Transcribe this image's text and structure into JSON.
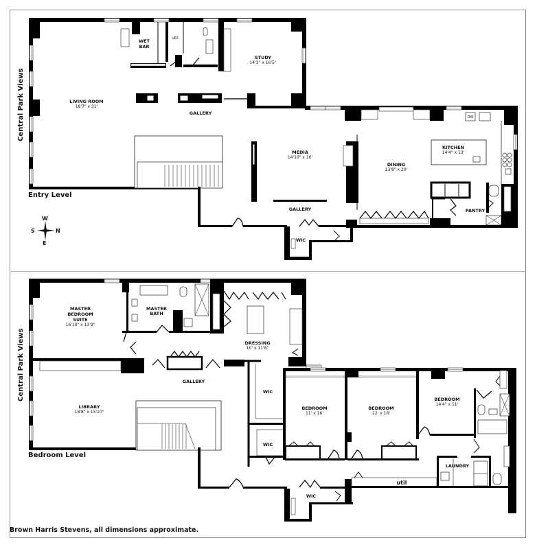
{
  "entry_level": {
    "label": "Entry Level",
    "side_label": "Central Park Views",
    "rooms": [
      {
        "name": "LIVING ROOM",
        "dims": "18'7\" x 31'"
      },
      {
        "name": "WET",
        "name2": "BAR"
      },
      {
        "name": "util"
      },
      {
        "name": "STUDY",
        "dims": "14'3\" x 16'5\""
      },
      {
        "name": "GALLERY"
      },
      {
        "name": "MEDIA",
        "dims": "14'10\" x 16'"
      },
      {
        "name": "DINING",
        "dims": "13'8\" x 20'"
      },
      {
        "name": "KITCHEN",
        "dims": "14'4\" x 13'"
      },
      {
        "name": "DW"
      },
      {
        "name": "PANTRY"
      },
      {
        "name": "GALLERY"
      },
      {
        "name": "WIC"
      }
    ]
  },
  "compass": {
    "top": "W",
    "left": "S",
    "right": "N",
    "bottom": "E"
  },
  "bedroom_level": {
    "label": "Bedroom Level",
    "side_label": "Central Park Views",
    "rooms": [
      {
        "name": "MASTER",
        "name2": "BEDROOM",
        "name3": "SUITE",
        "dims": "16'10\" x 13'9\""
      },
      {
        "name": "MASTER",
        "name2": "BATH"
      },
      {
        "name": "DRESSING",
        "dims": "10' x 11'8\""
      },
      {
        "name": "GALLERY"
      },
      {
        "name": "LIBRARY",
        "dims": "18'8\" x 15'10\""
      },
      {
        "name": "WIC"
      },
      {
        "name": "WIC"
      },
      {
        "name": "BEDROOM",
        "dims": "11' x 16'"
      },
      {
        "name": "BEDROOM",
        "dims": "12' x 16'"
      },
      {
        "name": "BEDROOM",
        "dims": "14'4\" x 11'"
      },
      {
        "name": "LAUNDRY"
      },
      {
        "name": "util"
      },
      {
        "name": "WIC"
      }
    ]
  },
  "footer": "Brown Harris Stevens, all dimensions approximate."
}
